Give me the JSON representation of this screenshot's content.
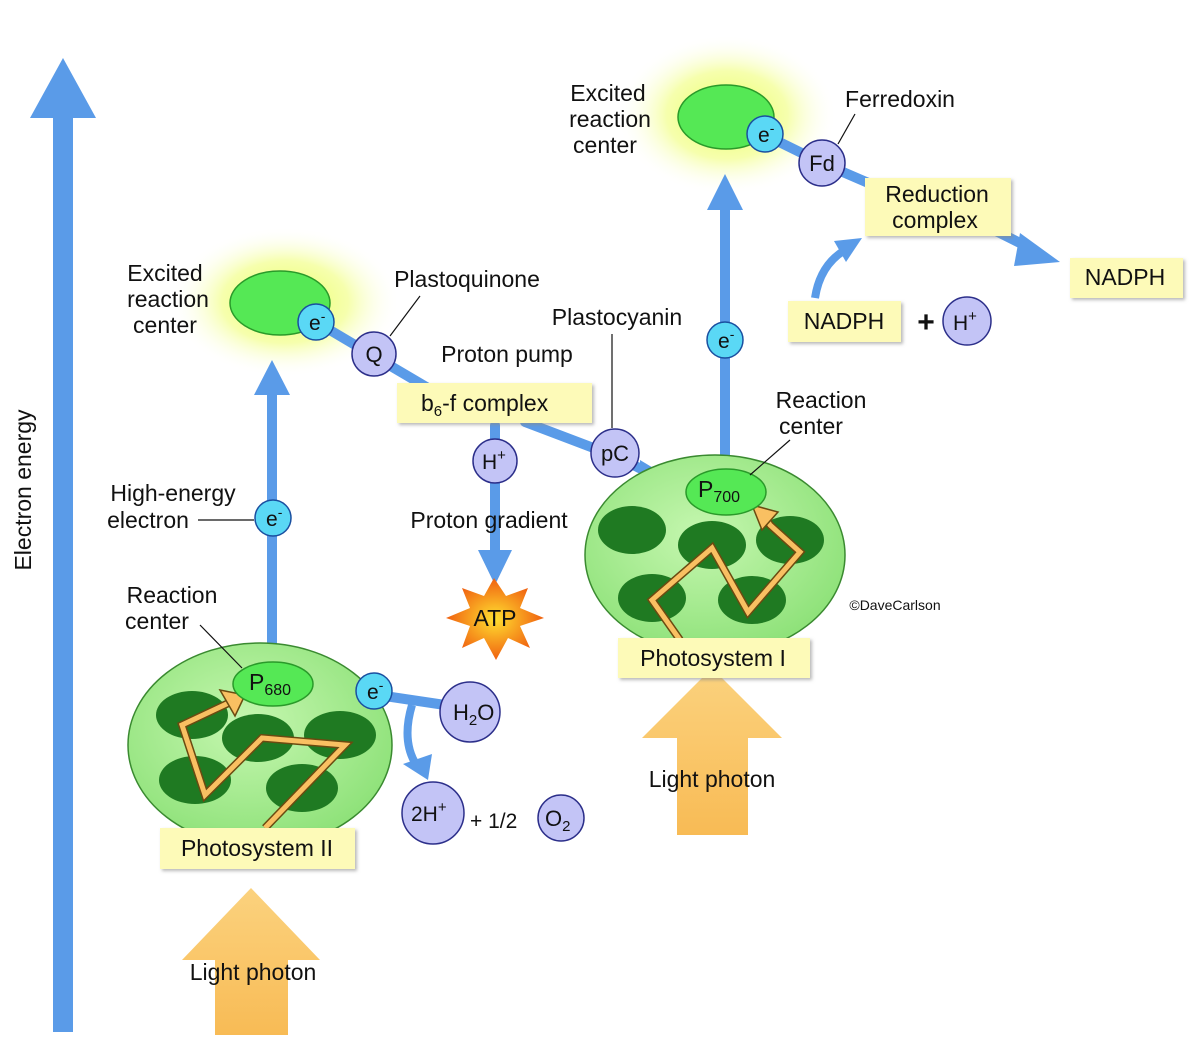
{
  "axis": {
    "y_label": "Electron energy"
  },
  "psii": {
    "name": "Photosystem II",
    "reaction_center_label_1": "Reaction",
    "reaction_center_label_2": "center",
    "p_main": "P",
    "p_sub": "680",
    "excited_1": "Excited",
    "excited_2": "reaction",
    "excited_3": "center",
    "high_energy_1": "High-energy",
    "high_energy_2": "electron",
    "light": "Light photon"
  },
  "psi": {
    "name": "Photosystem I",
    "reaction_center_label_1": "Reaction",
    "reaction_center_label_2": "center",
    "p_main": "P",
    "p_sub": "700",
    "excited_1": "Excited",
    "excited_2": "reaction",
    "excited_3": "center",
    "light": "Light photon"
  },
  "electron": {
    "main": "e",
    "sup": "-"
  },
  "water": {
    "h2o_main": "H",
    "h2o_sub": "2",
    "h2o_end": "O",
    "protons_main": "2H",
    "protons_sup": "+",
    "half": "+ 1/2",
    "o2_main": "O",
    "o2_sub": "2"
  },
  "carriers": {
    "q": "Q",
    "q_name": "Plastoquinone",
    "pc": "pC",
    "pc_name": "Plastocyanin",
    "fd": "Fd",
    "fd_name": "Ferredoxin"
  },
  "b6f": {
    "pump_label": "Proton pump",
    "box_pre": "b",
    "box_sub": "6",
    "box_post": "-f complex",
    "h_main": "H",
    "h_sup": "+",
    "gradient": "Proton gradient",
    "atp": "ATP"
  },
  "reduction": {
    "box_1": "Reduction",
    "box_2": "complex",
    "nadph_in": "NADPH",
    "plus": "+",
    "h_main": "H",
    "h_sup": "+",
    "nadph_out": "NADPH"
  },
  "credit": "©DaveCarlson",
  "colors": {
    "arrow_blue": "#5a9be8",
    "photon_orange": "#f9c062",
    "membrane_green": "#a8f08e",
    "dark_green": "#1f7a22",
    "center_green": "#55e855",
    "carrier_purple": "#c3c4f6",
    "electron_cyan": "#5ad8f5",
    "box_yellow": "#fdfab8"
  }
}
